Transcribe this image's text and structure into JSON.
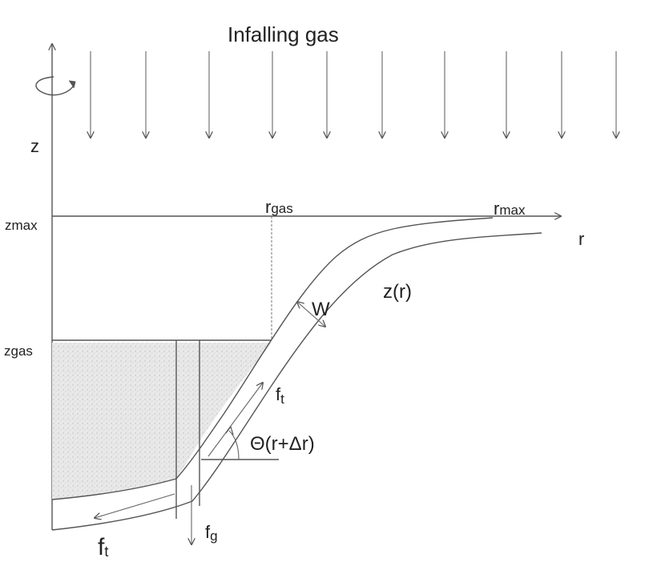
{
  "labels": {
    "title": "Infalling gas",
    "z_axis": "z",
    "r_axis": "r",
    "zmax": "zmax",
    "zgas": "zgas",
    "rgas_main": "r",
    "rgas_sub": "gas",
    "rmax_main": "r",
    "rmax_sub": "max",
    "width": "W",
    "curve": "z(r)",
    "ft_upper_main": "f",
    "ft_upper_sub": "t",
    "ft_lower_main": "f",
    "ft_lower_sub": "t",
    "fg_main": "f",
    "fg_sub": "g",
    "angle": "Θ(r+Δr)"
  },
  "icons": {
    "rotation": "rotation-arrow-icon"
  },
  "colors": {
    "lines": "#555555",
    "text": "#222222",
    "gas_fill": "#e6e6e6"
  }
}
